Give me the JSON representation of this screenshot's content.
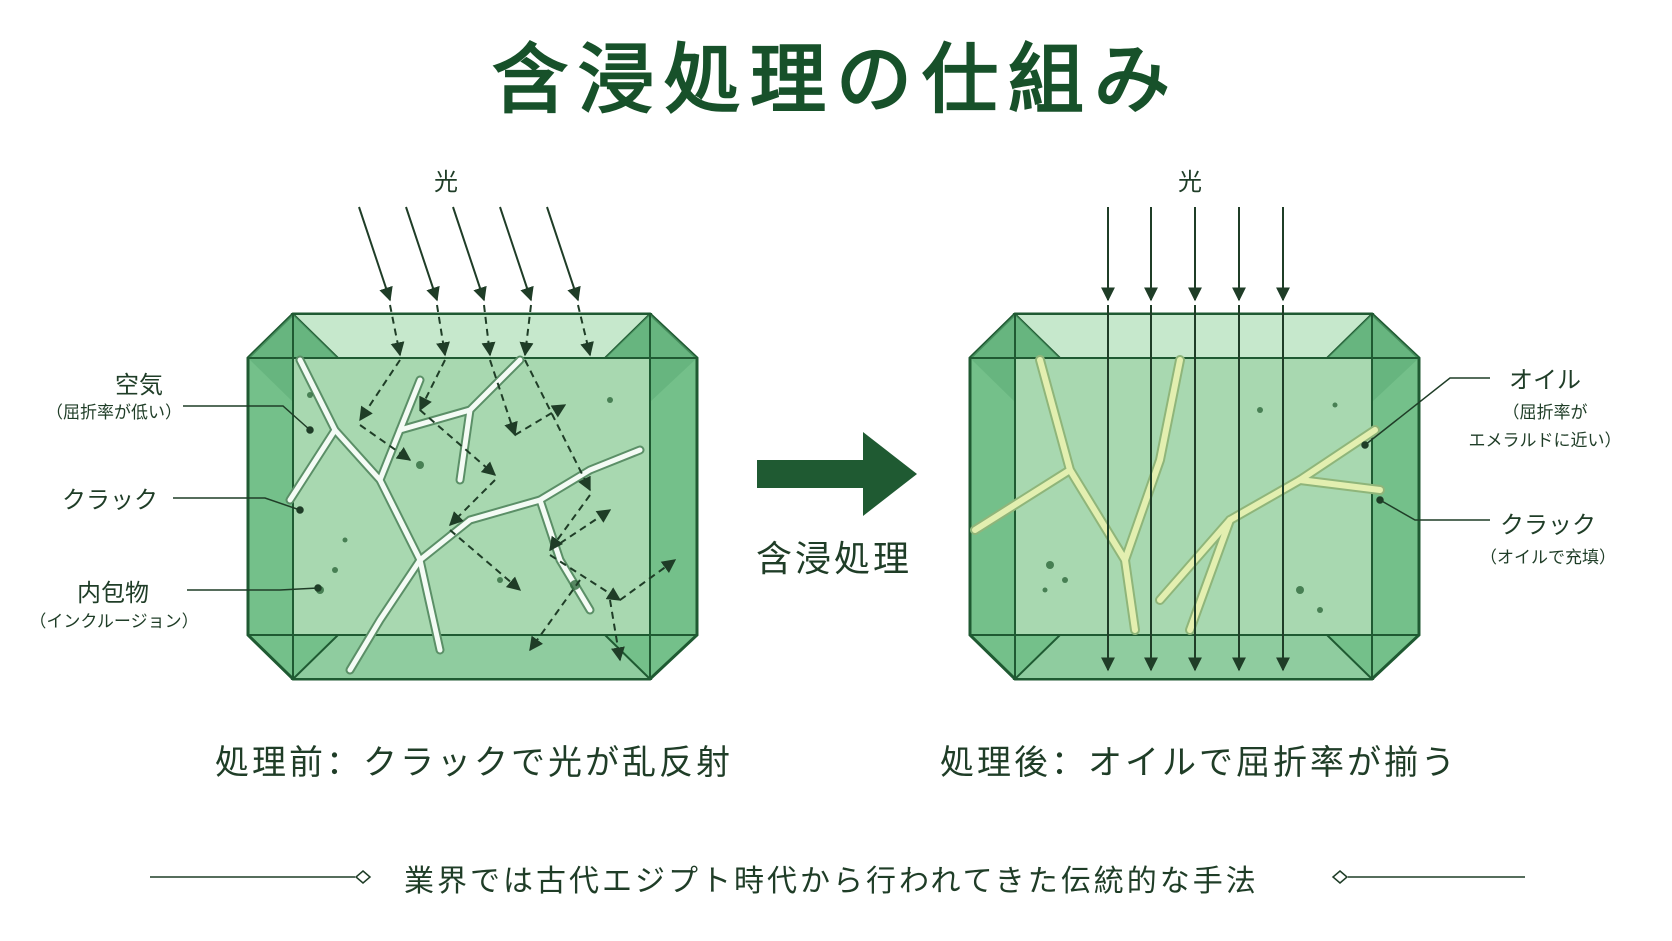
{
  "title": "含浸処理の仕組み",
  "left": {
    "light_label": "光",
    "labels": {
      "air": {
        "main": "空気",
        "sub": "（屈折率が低い）"
      },
      "crack": {
        "main": "クラック"
      },
      "inclusion": {
        "main": "内包物",
        "sub": "（インクルージョン）"
      }
    },
    "caption": "処理前：クラックで光が乱反射"
  },
  "center": {
    "process_label": "含浸処理"
  },
  "right": {
    "light_label": "光",
    "labels": {
      "oil": {
        "main": "オイル",
        "sub_line1": "（屈折率が",
        "sub_line2": "エメラルドに近い）"
      },
      "crack": {
        "main": "クラック",
        "sub": "（オイルで充填）"
      }
    },
    "caption": "処理後：オイルで屈折率が揃う"
  },
  "footer": {
    "text": "業界では古代エジプト時代から行われてきた伝統的な手法"
  },
  "colors": {
    "dark_green": "#1f5a32",
    "gem_face": "#a8d8b0",
    "gem_bevel": "#74c08a",
    "gem_top": "#c6e8cc",
    "crack_white": "#f4fbf5",
    "oil_yellow": "#e3efb0"
  }
}
